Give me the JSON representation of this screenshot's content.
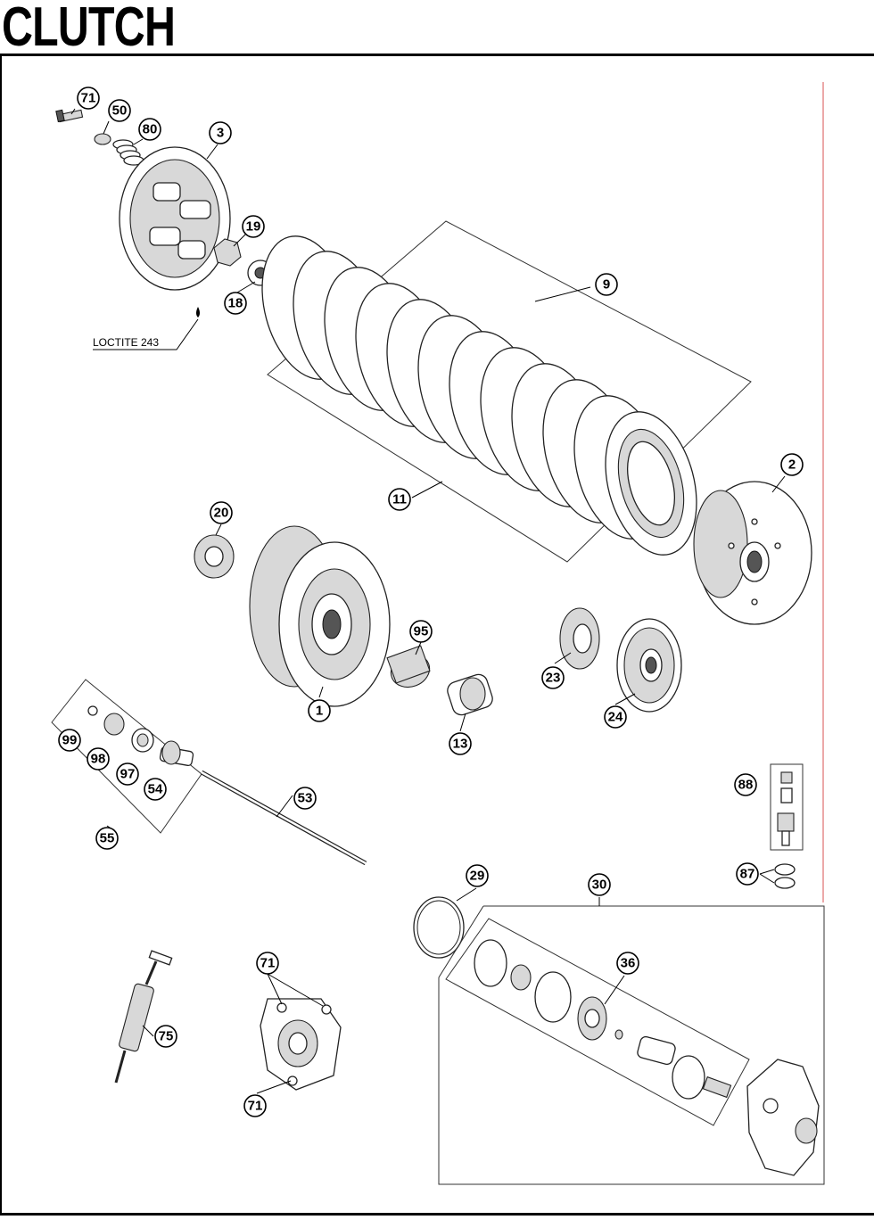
{
  "header": {
    "title": "CLUTCH"
  },
  "annotation": {
    "loctite": "LOCTITE 243"
  },
  "accent_colors": {
    "guide_line": "#e07070",
    "ink": "#000000"
  },
  "callouts": [
    {
      "id": "c71a",
      "label": "71"
    },
    {
      "id": "c50",
      "label": "50"
    },
    {
      "id": "c80",
      "label": "80"
    },
    {
      "id": "c3",
      "label": "3"
    },
    {
      "id": "c19",
      "label": "19"
    },
    {
      "id": "c18",
      "label": "18"
    },
    {
      "id": "c9",
      "label": "9"
    },
    {
      "id": "c2",
      "label": "2"
    },
    {
      "id": "c11",
      "label": "11"
    },
    {
      "id": "c20",
      "label": "20"
    },
    {
      "id": "c95",
      "label": "95"
    },
    {
      "id": "c23",
      "label": "23"
    },
    {
      "id": "c1",
      "label": "1"
    },
    {
      "id": "c24",
      "label": "24"
    },
    {
      "id": "c13",
      "label": "13"
    },
    {
      "id": "c99",
      "label": "99"
    },
    {
      "id": "c98",
      "label": "98"
    },
    {
      "id": "c97",
      "label": "97"
    },
    {
      "id": "c54",
      "label": "54"
    },
    {
      "id": "c53",
      "label": "53"
    },
    {
      "id": "c55",
      "label": "55"
    },
    {
      "id": "c88",
      "label": "88"
    },
    {
      "id": "c87",
      "label": "87"
    },
    {
      "id": "c29",
      "label": "29"
    },
    {
      "id": "c30",
      "label": "30"
    },
    {
      "id": "c36",
      "label": "36"
    },
    {
      "id": "c71b",
      "label": "71"
    },
    {
      "id": "c75",
      "label": "75"
    },
    {
      "id": "c71c",
      "label": "71"
    }
  ]
}
